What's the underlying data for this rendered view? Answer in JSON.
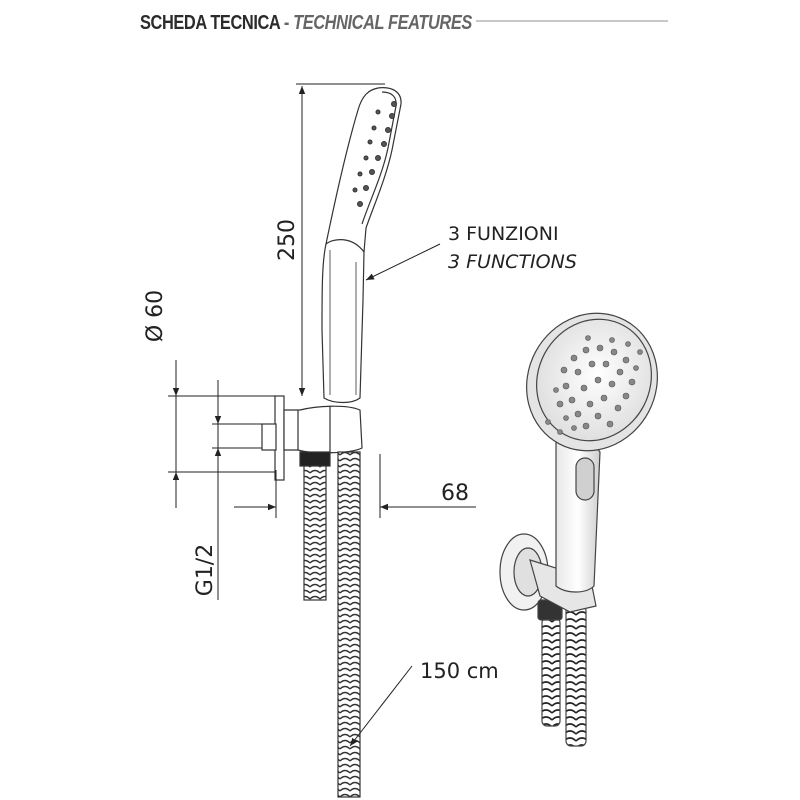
{
  "header": {
    "title": "SCHEDA TECNICA",
    "separator": " - ",
    "subtitle": "TECHNICAL FEATURES"
  },
  "dimensions": {
    "height": "250",
    "diameter": "Ø 60",
    "depth": "68",
    "thread": "G1/2",
    "hose_length": "150 cm"
  },
  "callouts": {
    "functions_it": "3 FUNZIONI",
    "functions_en": "3 FUNCTIONS"
  }
}
